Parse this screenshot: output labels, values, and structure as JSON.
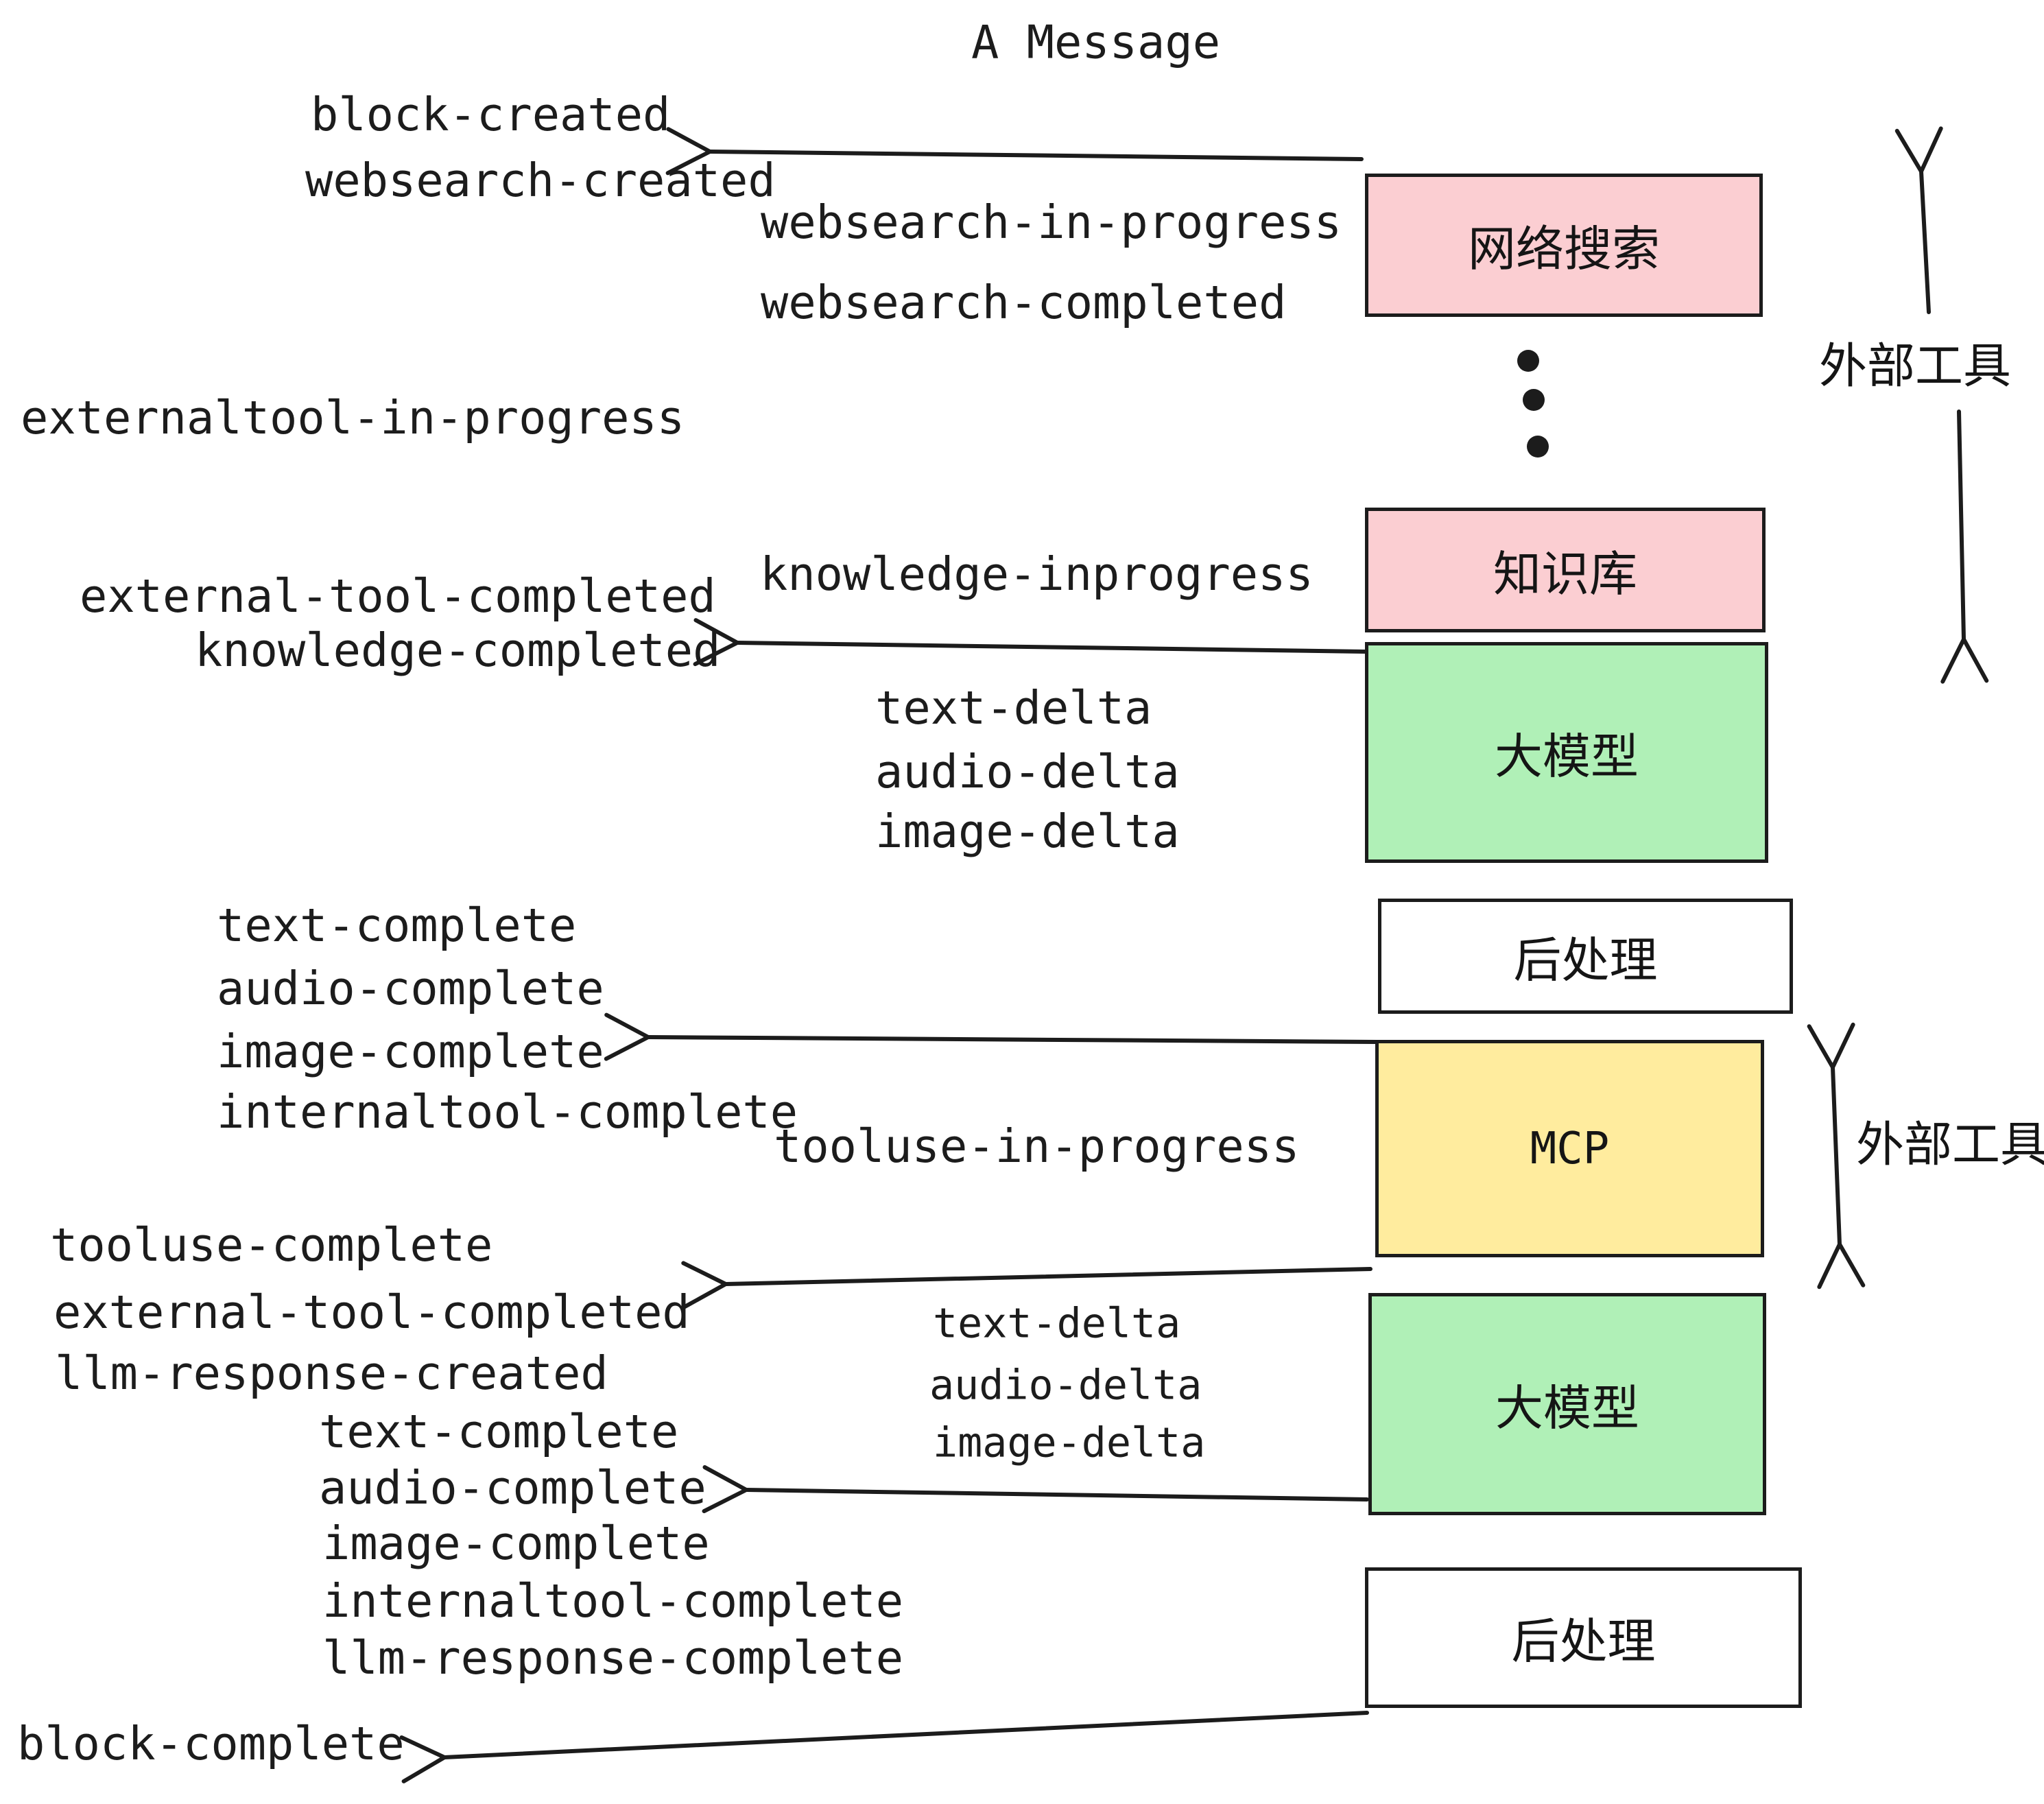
{
  "title": "A Message",
  "events": [
    {
      "id": "block-created",
      "text": "block-created"
    },
    {
      "id": "websearch-created",
      "text": "websearch-created"
    },
    {
      "id": "websearch-in-progress",
      "text": "websearch-in-progress"
    },
    {
      "id": "websearch-completed",
      "text": "websearch-completed"
    },
    {
      "id": "externaltool-in-progress",
      "text": "externaltool-in-progress"
    },
    {
      "id": "knowledge-inprogress",
      "text": "knowledge-inprogress"
    },
    {
      "id": "external-tool-completed-1",
      "text": "external-tool-completed"
    },
    {
      "id": "knowledge-completed",
      "text": "knowledge-completed"
    },
    {
      "id": "text-delta-1",
      "text": "text-delta"
    },
    {
      "id": "audio-delta-1",
      "text": "audio-delta"
    },
    {
      "id": "image-delta-1",
      "text": "image-delta"
    },
    {
      "id": "text-complete-1",
      "text": "text-complete"
    },
    {
      "id": "audio-complete-1",
      "text": "audio-complete"
    },
    {
      "id": "image-complete-1",
      "text": "image-complete"
    },
    {
      "id": "internaltool-complete-1",
      "text": "internaltool-complete"
    },
    {
      "id": "tooluse-in-progress",
      "text": "tooluse-in-progress"
    },
    {
      "id": "tooluse-complete",
      "text": "tooluse-complete"
    },
    {
      "id": "external-tool-completed-2",
      "text": "external-tool-completed"
    },
    {
      "id": "llm-response-created",
      "text": "llm-response-created"
    },
    {
      "id": "text-complete-2",
      "text": "text-complete"
    },
    {
      "id": "audio-complete-2",
      "text": "audio-complete"
    },
    {
      "id": "image-complete-2",
      "text": "image-complete"
    },
    {
      "id": "internaltool-complete-2",
      "text": "internaltool-complete"
    },
    {
      "id": "llm-response-complete",
      "text": "llm-response-complete"
    },
    {
      "id": "block-complete",
      "text": "block-complete"
    },
    {
      "id": "text-delta-2",
      "text": "text-delta"
    },
    {
      "id": "audio-delta-2",
      "text": "audio-delta"
    },
    {
      "id": "image-delta-2",
      "text": "image-delta"
    }
  ],
  "boxes": [
    {
      "id": "websearch",
      "label": "网络搜索",
      "color": "#fbced2"
    },
    {
      "id": "knowledge",
      "label": "知识库",
      "color": "#fbced2"
    },
    {
      "id": "llm-1",
      "label": "大模型",
      "color": "#b0f0b7"
    },
    {
      "id": "post-1",
      "label": "后处理",
      "color": "#ffffff"
    },
    {
      "id": "mcp",
      "label": "MCP",
      "color": "#ffec9e"
    },
    {
      "id": "llm-2",
      "label": "大模型",
      "color": "#b0f0b7"
    },
    {
      "id": "post-2",
      "label": "后处理",
      "color": "#ffffff"
    }
  ],
  "side_labels": [
    {
      "id": "external-tools-top",
      "text": "外部工具"
    },
    {
      "id": "external-tools-mid",
      "text": "外部工具"
    }
  ],
  "colors": {
    "ink": "#1c1c1c",
    "pink": "#fbced2",
    "green": "#b0f0b7",
    "yellow": "#ffec9e",
    "white": "#ffffff"
  }
}
